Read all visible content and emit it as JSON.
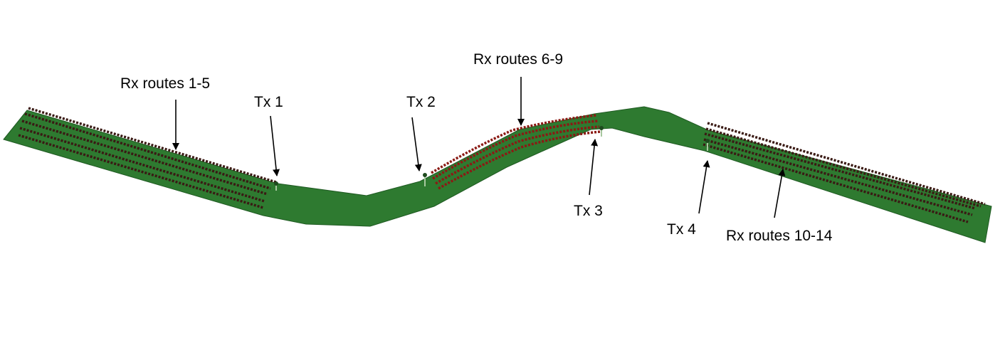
{
  "colors": {
    "road": "#2e7a30",
    "road_edge": "#1f5a22",
    "route_dark": "#3a1a14",
    "route_red": "#8b1a14",
    "tx_marker": "#a8c8a0",
    "tx_head": "#1e4a1e",
    "arrow": "#000000"
  },
  "labels": {
    "rx_routes_1_5": "Rx routes 1-5",
    "tx_1": "Tx 1",
    "tx_2": "Tx 2",
    "rx_routes_6_9": "Rx routes 6-9",
    "tx_3": "Tx 3",
    "tx_4": "Tx 4",
    "rx_routes_10_14": "Rx routes 10-14"
  }
}
